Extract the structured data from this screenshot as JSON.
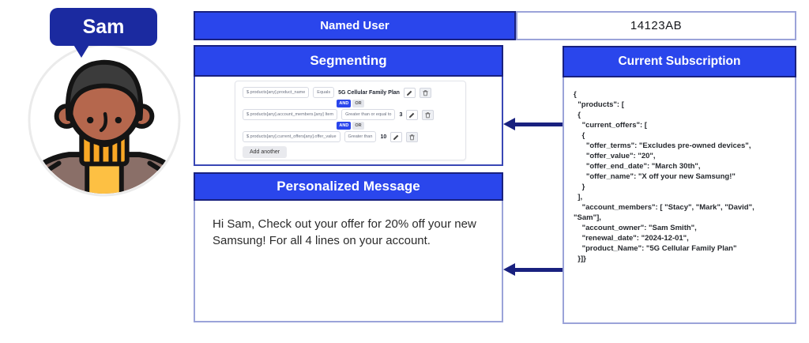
{
  "user": {
    "name": "Sam"
  },
  "named_user": {
    "label": "Named User",
    "value": "14123AB"
  },
  "segmenting": {
    "title": "Segmenting",
    "rules": [
      {
        "field": "$.products[any].product_name",
        "operator": "Equals",
        "value": "5G Cellular Family Plan"
      },
      {
        "field": "$.products[any].account_members.[any] Item",
        "operator": "Greater than or equal to",
        "value": "3"
      },
      {
        "field": "$.products[any].current_offers[any].offer_value",
        "operator": "Greater than",
        "value": "10"
      }
    ],
    "connectors": {
      "and": "AND",
      "or": "OR"
    },
    "add_button": "Add another",
    "icons": [
      "pencil",
      "trash"
    ]
  },
  "personalized_message": {
    "title": "Personalized Message",
    "body": "Hi Sam, Check out your offer for 20% off your new Samsung! For all 4 lines on your account."
  },
  "current_subscription": {
    "title": "Current Subscription",
    "json_lines": [
      "{",
      "  \"products\": [",
      "  {",
      "    \"current_offers\": [",
      "    {",
      "      \"offer_terms\": \"Excludes pre-owned devices\",",
      "      \"offer_value\": \"20\",",
      "      \"offer_end_date\": \"March 30th\",",
      "      \"offer_name\": \"X off your new Samsung!\"",
      "    }",
      "  ],",
      "    \"account_members\": [ \"Stacy\", \"Mark\", \"David\",",
      "\"Sam\"],",
      "    \"account_owner\": \"Sam Smith\",",
      "    \"renewal_date\": \"2024-12-01\",",
      "    \"product_Name\": \"5G Cellular Family Plan\"",
      "  }]}"
    ]
  },
  "colors": {
    "accent_blue": "#2A46EC",
    "navy": "#19217F",
    "bubble_blue": "#1B2AA0",
    "panel_border_light": "#9BA3D9"
  }
}
